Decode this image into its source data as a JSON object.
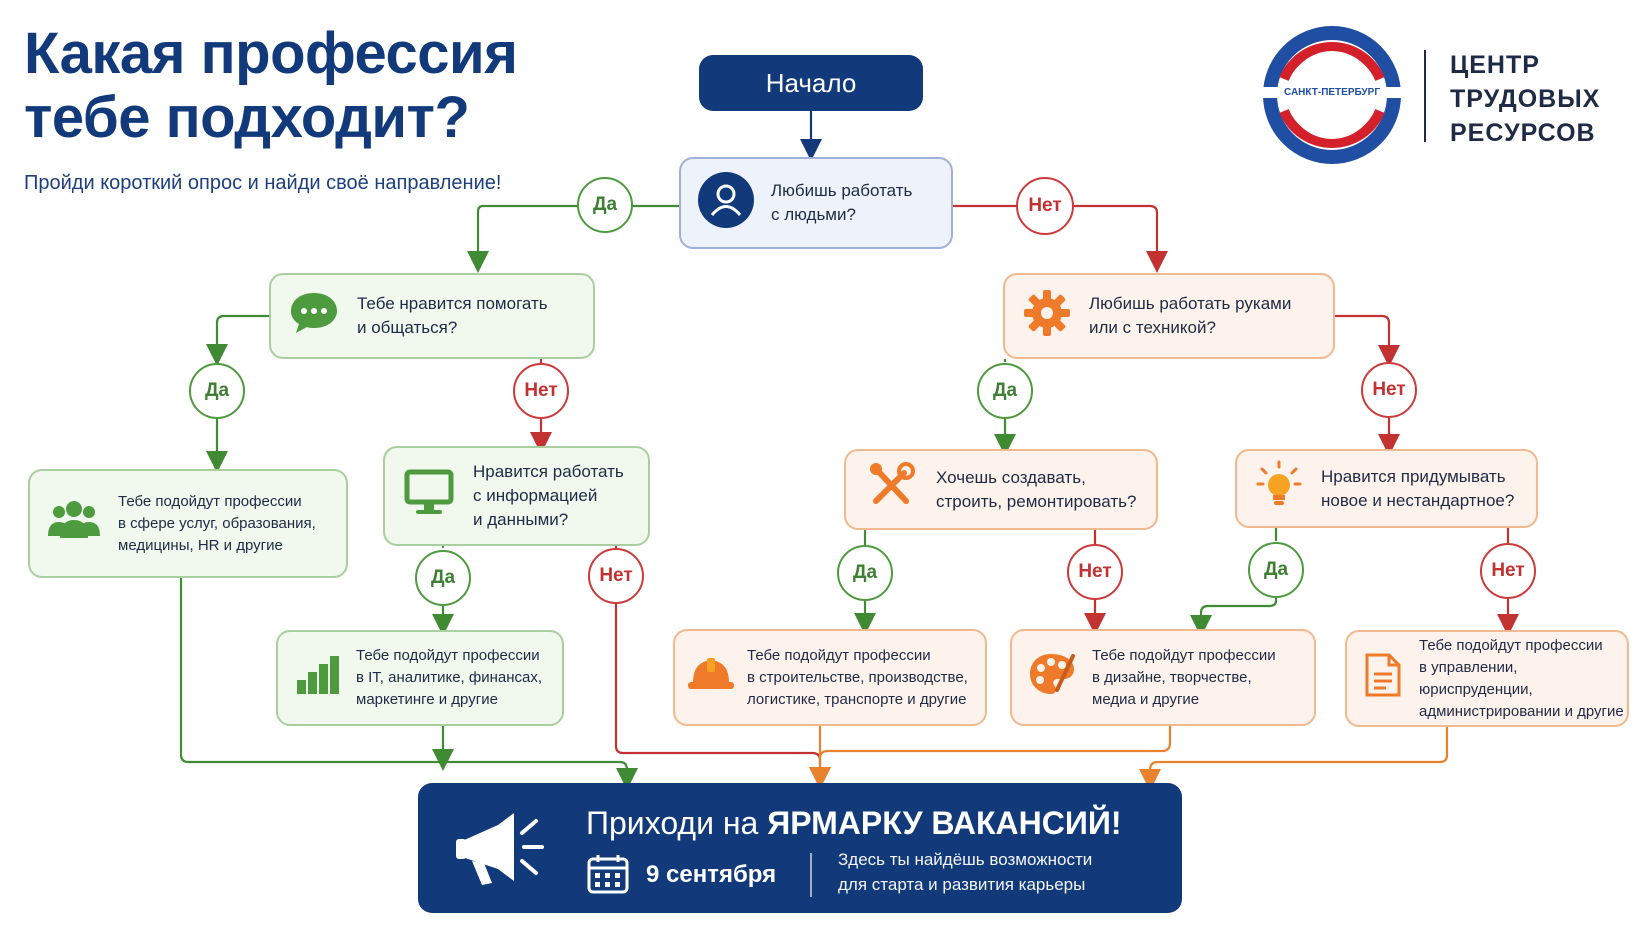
{
  "header": {
    "title": "Какая профессия\nтебе подходит?",
    "subtitle": "Пройди короткий опрос и найди своё направление!"
  },
  "logo": {
    "ring_text": "САНКТ-ПЕТЕРБУРГ",
    "brand_name": "ЦЕНТР\nТРУДОВЫХ\nРЕСУРСОВ",
    "colors": {
      "blue": "#1f4ea3",
      "red": "#d3202a"
    }
  },
  "flow": {
    "start": "Начало",
    "q_people": {
      "text": "Любишь работать\nс людьми?",
      "icon": "person-icon"
    },
    "q_help": {
      "text": "Тебе нравится помогать\nи общаться?",
      "icon": "chat-bubble-icon"
    },
    "q_hands": {
      "text": "Любишь работать руками\nили с техникой?",
      "icon": "gear-icon"
    },
    "q_info": {
      "text": "Нравится работать\nс информацией\nи данными?",
      "icon": "monitor-icon"
    },
    "q_build": {
      "text": "Хочешь создавать,\nстроить, ремонтировать?",
      "icon": "tools-icon"
    },
    "q_invent": {
      "text": "Нравится придумывать\nновое и нестандартное?",
      "icon": "lightbulb-icon"
    },
    "r_services": {
      "text": "Тебе подойдут профессии\nв сфере услуг, образования,\nмедицины, HR и другие",
      "icon": "people-group-icon"
    },
    "r_it": {
      "text": "Тебе подойдут профессии\nв IT, аналитике, финансах,\nмаркетинге и другие",
      "icon": "bar-chart-icon"
    },
    "r_construction": {
      "text": "Тебе подойдут профессии\nв строительстве, производстве,\nлогистике, транспорте и другие",
      "icon": "hard-hat-icon"
    },
    "r_design": {
      "text": "Тебе подойдут профессии\nв дизайне, творчестве,\nмедиа и другие",
      "icon": "palette-icon"
    },
    "r_management": {
      "text": "Тебе подойдут профессии\nв управлении, юриспруденции,\nадминистрировании и другие",
      "icon": "document-icon"
    },
    "yes": "Да",
    "no": "Нет"
  },
  "footer": {
    "title_prefix": "Приходи на",
    "title_bold": "ЯРМАРКУ ВАКАНСИЙ!",
    "date": "9 сентября",
    "description": "Здесь ты найдёшь возможности\nдля старта и развития карьеры",
    "icons": [
      "megaphone-icon",
      "calendar-icon"
    ]
  },
  "colors": {
    "navy": "#123a7a",
    "green": "#4e9a3f",
    "red": "#cc3a3a",
    "orange": "#ee8a3a"
  }
}
